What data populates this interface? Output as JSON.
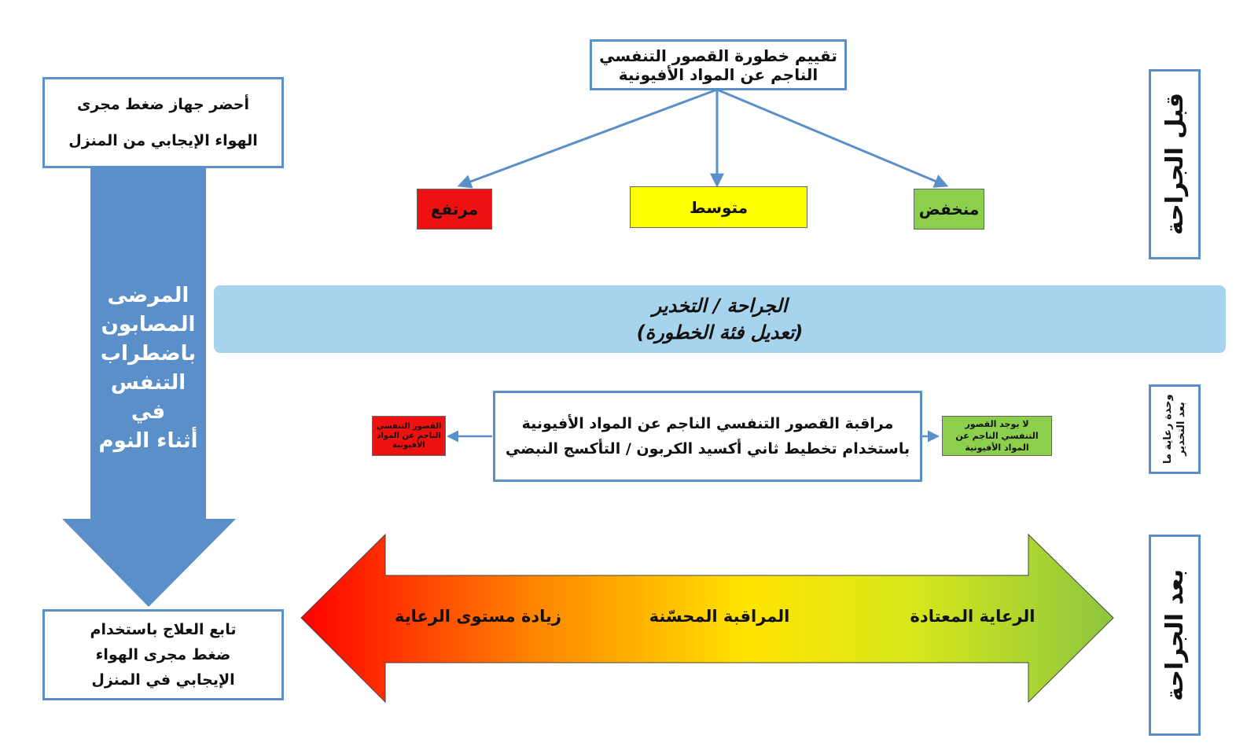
{
  "phases": {
    "before_surgery": "قبل الجراحة",
    "pacu": "وحدة رعاية ما بعد التخدير",
    "after_surgery": "بعد الجراحة"
  },
  "assessment": {
    "lines": [
      "تقييم خطورة القصور التنفسي",
      "الناجم عن المواد الأفيونية"
    ]
  },
  "risk_levels": {
    "high": "مرتفع",
    "medium": "متوسط",
    "low": "منخفض"
  },
  "surgery_band": {
    "line1": "الجراحة / التخدير",
    "line2": "(تعديل فئة الخطورة)"
  },
  "monitoring": {
    "lines": [
      "مراقبة القصور التنفسي الناجم عن المواد الأفيونية",
      "باستخدام تخطيط ثاني أكسيد الكربون / التأكسج النبضي"
    ]
  },
  "pacu_outcomes": {
    "no_depression": "لا يوجد القصور التنفسي الناجم عن المواد الأفيونية",
    "depression": "القصور التنفسي الناجم عن المواد الأفيونية"
  },
  "cpap": {
    "bring_lines": [
      "أحضر جهاز ضغط مجرى",
      "الهواء الإيجابي من المنزل"
    ],
    "osa_patients_lines": [
      "المرضى",
      "المصابون",
      "باضطراب",
      "التنفس في",
      "أثناء النوم"
    ],
    "continue_lines": [
      "تابع العلاج باستخدام",
      "ضغط مجرى الهواء",
      "الإيجابي في المنزل"
    ]
  },
  "care_arrow": {
    "routine": "الرعاية المعتادة",
    "enhanced": "المراقبة المحسّنة",
    "increased": "زيادة مستوى الرعاية"
  },
  "colors": {
    "box_border": "#5b8fc9",
    "connector": "#5b8fc9",
    "high": "#ee1111",
    "medium": "#ffff00",
    "low": "#8ccf4d",
    "band": "#a7d4ec",
    "big_arrow": "#5b8fc9"
  }
}
